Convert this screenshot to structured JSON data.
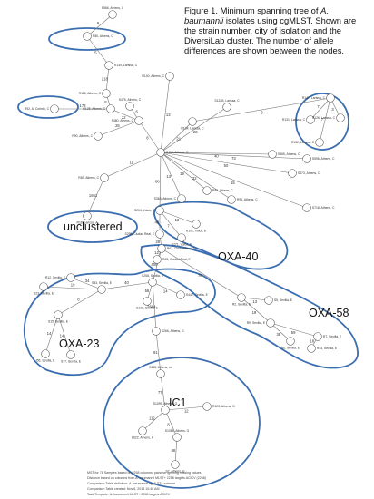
{
  "figure": {
    "caption_pre": "Figure 1. Minimum spanning tree of ",
    "caption_italic": "A. baumannii",
    "caption_post": " isolates using cgMLST. Shown are the strain number, city of isolation and the DiversiLab cluster. The number of allele differences are shown between the nodes."
  },
  "clusters": {
    "unclustered": "unclustered",
    "oxa40": "OXA-40",
    "oxa23": "OXA-23",
    "oxa58": "OXA-58",
    "ic1": "IC1"
  },
  "nodes": [
    {
      "id": "n1",
      "label": "S566, Athens, C"
    },
    {
      "id": "n2",
      "label": "R80, Athens, C"
    },
    {
      "id": "n3",
      "label": "R130, Larissa, C"
    },
    {
      "id": "n4",
      "label": "R116, Athens, C"
    },
    {
      "id": "n5",
      "label": "R128, Athens, C"
    },
    {
      "id": "n6",
      "label": "R140, Athens, C"
    },
    {
      "id": "n7",
      "label": "R92, A. Corinth, C"
    },
    {
      "id": "n8",
      "label": "S475, Athens, C"
    },
    {
      "id": "n9",
      "label": "S480, Athens, C"
    },
    {
      "id": "n10",
      "label": "R90, Athens, C"
    },
    {
      "id": "n11",
      "label": "R134, Larissa, C"
    },
    {
      "id": "n12",
      "label": "S122B, Larissa, C"
    },
    {
      "id": "n13",
      "label": "R147, Larissa, C"
    },
    {
      "id": "n14",
      "label": "R131, Larissa, C"
    },
    {
      "id": "n15",
      "label": "R126, Larissa, C"
    },
    {
      "id": "n16",
      "label": "R132, Larissa, C"
    },
    {
      "id": "n17",
      "label": "S419, Athens, C"
    },
    {
      "id": "n18",
      "label": "R83, Athens, C"
    },
    {
      "id": "n19",
      "label": "S865, Athens, C"
    },
    {
      "id": "n20",
      "label": "S473, Athens, C"
    },
    {
      "id": "n21",
      "label": "R85, Athens, C"
    },
    {
      "id": "n22",
      "label": "R91, Athens, C"
    },
    {
      "id": "n23",
      "label": "S363, Athens, C"
    },
    {
      "id": "n24",
      "label": "S596, Athens, C"
    },
    {
      "id": "n25",
      "label": "S718, Athens, C"
    },
    {
      "id": "n26",
      "label": "R18, Larissa, A"
    },
    {
      "id": "n27",
      "label": "S204, Volos, E"
    },
    {
      "id": "n28",
      "label": "R102, Volos, E"
    },
    {
      "id": "n29",
      "label": "S271, Volos, E"
    },
    {
      "id": "n30",
      "label": "S295, Ciudad Real, E"
    },
    {
      "id": "n31",
      "label": "R61, Ciudad Real, E"
    },
    {
      "id": "n32",
      "label": "R65, Ciudad Real, E"
    },
    {
      "id": "n33",
      "label": "R12, Sevilla, E"
    },
    {
      "id": "n34",
      "label": "S23, Sevilla, E"
    },
    {
      "id": "n35",
      "label": "S33, Sevilla, E"
    },
    {
      "id": "n36",
      "label": "S15, Sevilla, E"
    },
    {
      "id": "n37",
      "label": "S258, Sevilla, E"
    },
    {
      "id": "n38",
      "label": "S442, Sevilla, E"
    },
    {
      "id": "n39",
      "label": "S136, Sevilla, E"
    },
    {
      "id": "n40",
      "label": "R2, Sevilla, E"
    },
    {
      "id": "n41",
      "label": "S5, Sevilla, E"
    },
    {
      "id": "n42",
      "label": "R9, Sevilla, E"
    },
    {
      "id": "n43",
      "label": "S6, Sevilla, E"
    },
    {
      "id": "n44",
      "label": "R7, Sevilla, E"
    },
    {
      "id": "n45",
      "label": "R44, Sevilla, E"
    },
    {
      "id": "n46",
      "label": "I55, Sevilla, E"
    },
    {
      "id": "n47",
      "label": "S17, Sevilla, E"
    },
    {
      "id": "n48",
      "label": "S266, Athens, G"
    },
    {
      "id": "n49",
      "label": "S188, Athens, nd"
    },
    {
      "id": "n50",
      "label": "S1099, Athens, G"
    },
    {
      "id": "n51",
      "label": "R123, Athens, G"
    },
    {
      "id": "n52",
      "label": "S622, Athens, H"
    },
    {
      "id": "n53",
      "label": "S1084, Athens, G"
    },
    {
      "id": "n54",
      "label": "S7, Athens, G"
    }
  ],
  "edges": [
    {
      "from": "n1",
      "to": "n2",
      "weight": "9"
    },
    {
      "from": "n2",
      "to": "n3",
      "weight": "5"
    },
    {
      "from": "n3",
      "to": "n4",
      "weight": "218"
    },
    {
      "from": "n4",
      "to": "n5",
      "weight": "8"
    },
    {
      "from": "n5",
      "to": "n7",
      "weight": "178"
    },
    {
      "from": "n5",
      "to": "n9",
      "weight": "22"
    },
    {
      "from": "n9",
      "to": "n8",
      "weight": "6"
    },
    {
      "from": "n9",
      "to": "n10",
      "weight": "26"
    },
    {
      "from": "n9",
      "to": "n17",
      "weight": "8"
    },
    {
      "from": "n17",
      "to": "n6",
      "weight": "13"
    },
    {
      "from": "n17",
      "to": "n12",
      "weight": "23"
    },
    {
      "from": "n17",
      "to": "n11",
      "weight": "21"
    },
    {
      "from": "n11",
      "to": "n13",
      "weight": "6"
    },
    {
      "from": "n13",
      "to": "n14",
      "weight": "7"
    },
    {
      "from": "n13",
      "to": "n15",
      "weight": "3"
    },
    {
      "from": "n13",
      "to": "n16",
      "weight": "7"
    },
    {
      "from": "n17",
      "to": "n18",
      "weight": "11"
    },
    {
      "from": "n18",
      "to": "n26",
      "weight": "1951"
    },
    {
      "from": "n17",
      "to": "n24",
      "weight": "73"
    },
    {
      "from": "n17",
      "to": "n19",
      "weight": "40"
    },
    {
      "from": "n17",
      "to": "n20",
      "weight": "50"
    },
    {
      "from": "n17",
      "to": "n21",
      "weight": "19"
    },
    {
      "from": "n17",
      "to": "n22",
      "weight": "32"
    },
    {
      "from": "n17",
      "to": "n23",
      "weight": "13"
    },
    {
      "from": "n17",
      "to": "n25",
      "weight": "15"
    },
    {
      "from": "n17",
      "to": "n27",
      "weight": "86"
    },
    {
      "from": "n27",
      "to": "n28",
      "weight": "13"
    },
    {
      "from": "n27",
      "to": "n29",
      "weight": "7"
    },
    {
      "from": "n27",
      "to": "n30",
      "weight": "48"
    },
    {
      "from": "n30",
      "to": "n31",
      "weight": "28"
    },
    {
      "from": "n31",
      "to": "n32",
      "weight": "12"
    },
    {
      "from": "n31",
      "to": "n37",
      "weight": "409"
    },
    {
      "from": "n37",
      "to": "n38",
      "weight": "14"
    },
    {
      "from": "n37",
      "to": "n39",
      "weight": "56"
    },
    {
      "from": "n37",
      "to": "n35",
      "weight": "40"
    },
    {
      "from": "n35",
      "to": "n33",
      "weight": "34"
    },
    {
      "from": "n35",
      "to": "n34",
      "weight": "19"
    },
    {
      "from": "n35",
      "to": "n36",
      "weight": "8"
    },
    {
      "from": "n36",
      "to": "n46",
      "weight": "14"
    },
    {
      "from": "n36",
      "to": "n47",
      "weight": "14"
    },
    {
      "from": "n31",
      "to": "n40",
      "weight": "78"
    },
    {
      "from": "n40",
      "to": "n41",
      "weight": "13"
    },
    {
      "from": "n40",
      "to": "n42",
      "weight": "19"
    },
    {
      "from": "n42",
      "to": "n43",
      "weight": "38"
    },
    {
      "from": "n42",
      "to": "n44",
      "weight": "59"
    },
    {
      "from": "n44",
      "to": "n45",
      "weight": "18"
    },
    {
      "from": "n37",
      "to": "n48",
      "weight": "2684"
    },
    {
      "from": "n48",
      "to": "n49",
      "weight": "91"
    },
    {
      "from": "n49",
      "to": "n50",
      "weight": "77"
    },
    {
      "from": "n50",
      "to": "n51",
      "weight": "12"
    },
    {
      "from": "n50",
      "to": "n52",
      "weight": "112"
    },
    {
      "from": "n50",
      "to": "n53",
      "weight": "8"
    },
    {
      "from": "n53",
      "to": "n54",
      "weight": "48"
    }
  ],
  "footer": [
    "MST for 78 Samples based on 2258 columns, pairwise ignoring missing values",
    "Distance based on columns from A. baumannii MLST+ 2258 targets ACICV (2258)",
    "Comparison Table definition: A. baumannii cgMLST+ scheme",
    "Comparison Table created: Nov 6, 2015 10:40 AM",
    "Task Template: A. baumannii MLST+ 2258 targets ACICV"
  ]
}
